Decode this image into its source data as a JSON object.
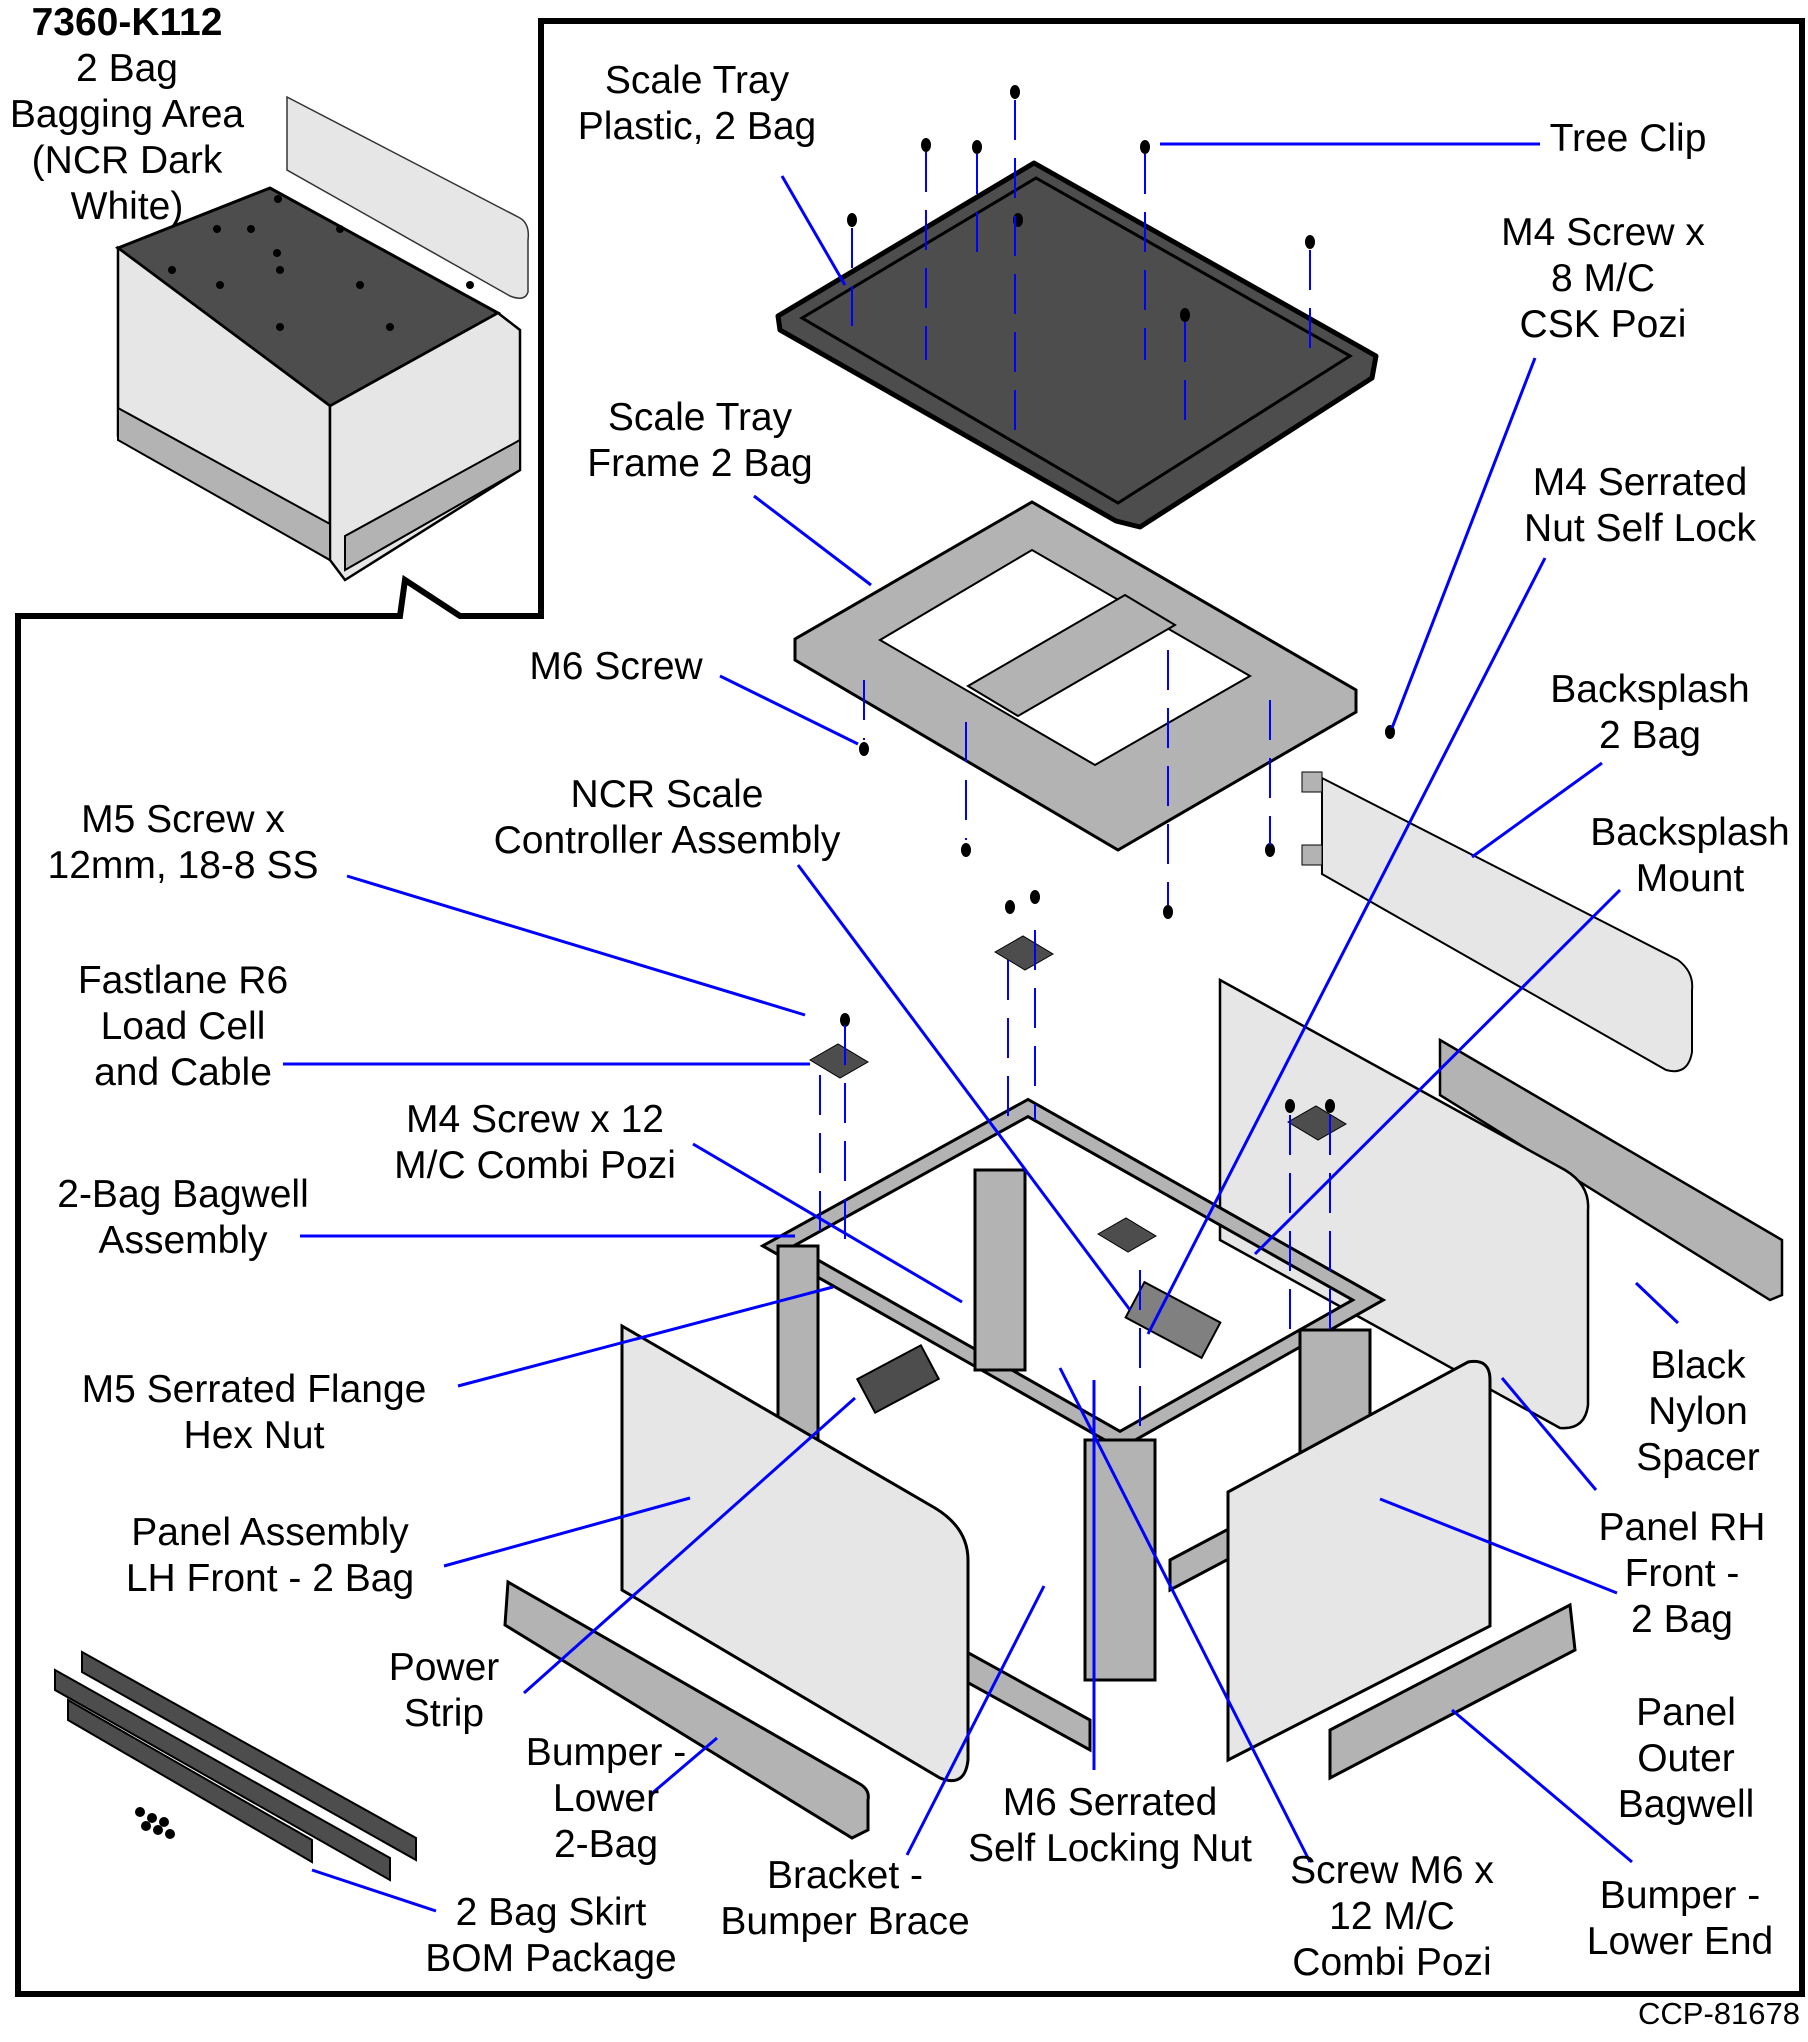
{
  "title": {
    "kit_number": "7360-K112",
    "description_lines": [
      "2 Bag",
      "Bagging Area",
      "(NCR Dark",
      "White)"
    ]
  },
  "figure_id": "CCP-81678",
  "colors": {
    "leader_line": "#0000ff",
    "part_dark": "#4d4d4d",
    "part_mid": "#b3b3b3",
    "part_light": "#e6e6e6",
    "frame_border": "#000000"
  },
  "callouts": [
    {
      "id": "scale-tray-plastic",
      "lines": [
        "Scale Tray",
        "Plastic, 2 Bag"
      ]
    },
    {
      "id": "tree-clip",
      "lines": [
        "Tree Clip"
      ]
    },
    {
      "id": "m4-screw-csk",
      "lines": [
        "M4 Screw x",
        "8 M/C",
        "CSK Pozi"
      ]
    },
    {
      "id": "scale-tray-frame",
      "lines": [
        "Scale Tray",
        "Frame 2 Bag"
      ]
    },
    {
      "id": "m4-serrated-nut",
      "lines": [
        "M4 Serrated",
        "Nut Self Lock"
      ]
    },
    {
      "id": "m6-screw",
      "lines": [
        "M6 Screw"
      ]
    },
    {
      "id": "backsplash-2bag",
      "lines": [
        "Backsplash",
        "2 Bag"
      ]
    },
    {
      "id": "ncr-scale-controller",
      "lines": [
        "NCR Scale",
        "Controller Assembly"
      ]
    },
    {
      "id": "m5-screw",
      "lines": [
        "M5 Screw x",
        "12mm, 18-8 SS"
      ]
    },
    {
      "id": "backsplash-mount",
      "lines": [
        "Backsplash",
        "Mount"
      ]
    },
    {
      "id": "load-cell",
      "lines": [
        "Fastlane R6",
        "Load Cell",
        "and Cable"
      ]
    },
    {
      "id": "m4-screw-combi",
      "lines": [
        "M4 Screw x 12",
        "M/C Combi Pozi"
      ]
    },
    {
      "id": "bagwell-assembly",
      "lines": [
        "2-Bag Bagwell",
        "Assembly"
      ]
    },
    {
      "id": "black-nylon-spacer",
      "lines": [
        "Black",
        "Nylon",
        "Spacer"
      ]
    },
    {
      "id": "m5-flange-nut",
      "lines": [
        "M5 Serrated Flange",
        "Hex Nut"
      ]
    },
    {
      "id": "panel-rh-front",
      "lines": [
        "Panel RH",
        "Front -",
        "2 Bag"
      ]
    },
    {
      "id": "panel-lh-front",
      "lines": [
        "Panel Assembly",
        "LH Front - 2 Bag"
      ]
    },
    {
      "id": "power-strip",
      "lines": [
        "Power",
        "Strip"
      ]
    },
    {
      "id": "panel-outer-bagwell",
      "lines": [
        "Panel",
        "Outer",
        "Bagwell"
      ]
    },
    {
      "id": "bumper-lower-2bag",
      "lines": [
        "Bumper -",
        "Lower",
        "2-Bag"
      ]
    },
    {
      "id": "m6-serrated-nut",
      "lines": [
        "M6 Serrated",
        "Self Locking Nut"
      ]
    },
    {
      "id": "bracket-bumper-brace",
      "lines": [
        "Bracket -",
        "Bumper Brace"
      ]
    },
    {
      "id": "screw-m6-combi",
      "lines": [
        "Screw M6 x",
        "12 M/C",
        "Combi Pozi"
      ]
    },
    {
      "id": "bumper-lower-end",
      "lines": [
        "Bumper -",
        "Lower End"
      ]
    },
    {
      "id": "skirt-bom",
      "lines": [
        "2 Bag Skirt",
        "BOM Package"
      ]
    }
  ]
}
